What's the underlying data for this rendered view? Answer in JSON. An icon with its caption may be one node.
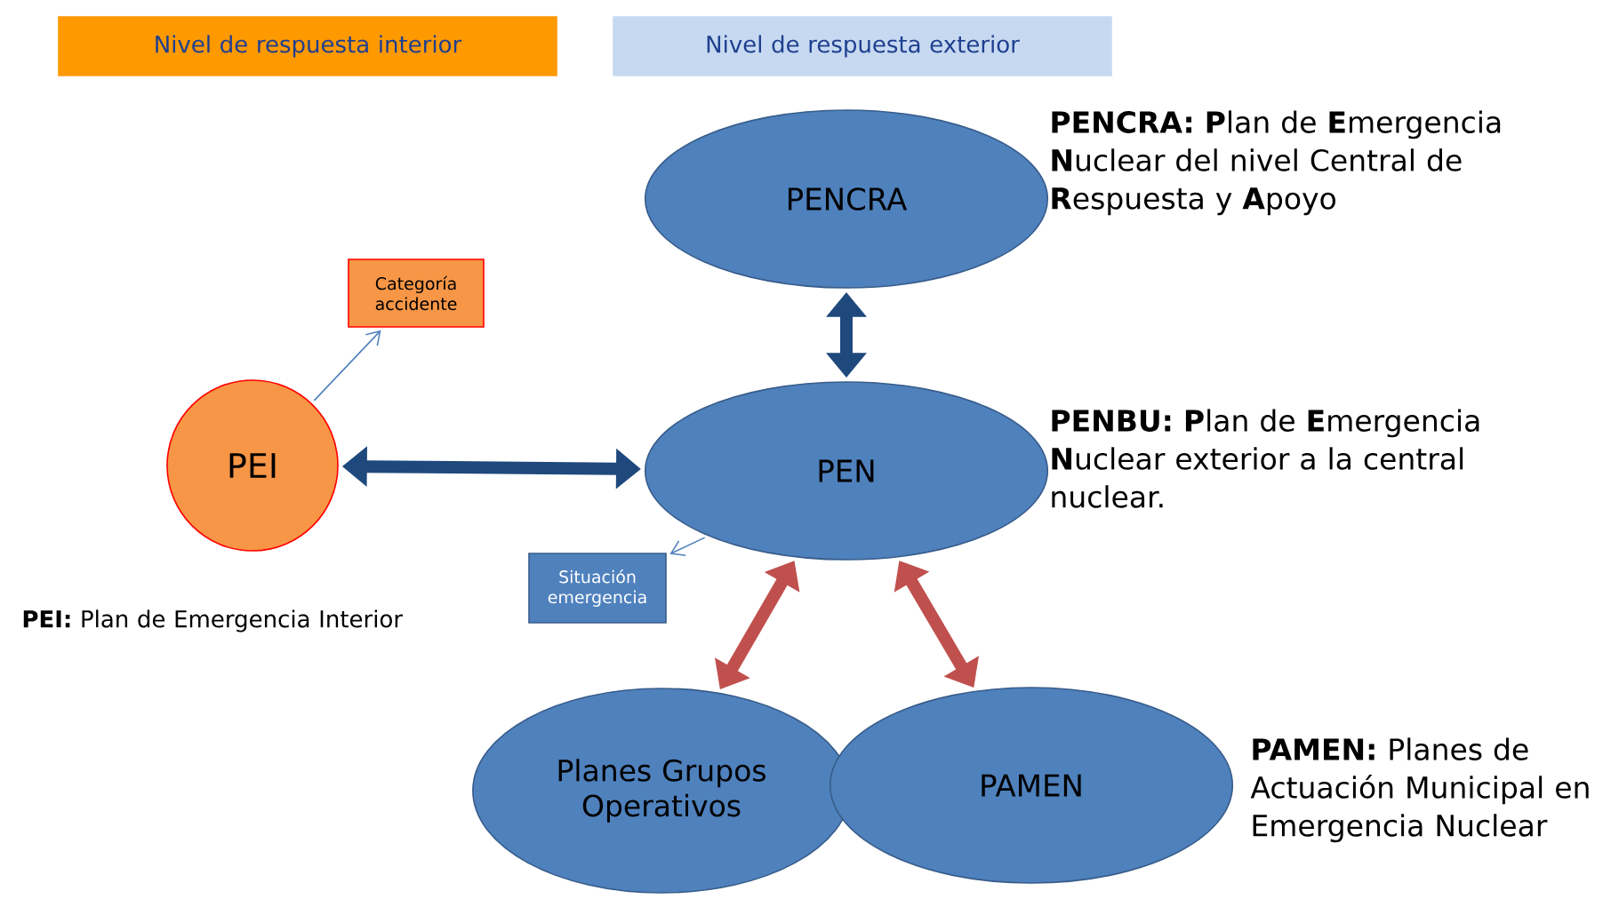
{
  "diagram": {
    "nodes": [
      {
        "text": [
          "Nivel de respuesta interior"
        ]
      },
      {
        "text": [
          "Nivel de respuesta exterior"
        ]
      },
      {
        "text": [
          "PENCRA"
        ],
        "beside": [
          "**PENCRA:** **P**lan de **E**mergencia **N**uclear del nivel Central de **R**espuesta y **A**poyo"
        ]
      },
      {
        "text": [
          "Categoría accidente"
        ]
      },
      {
        "text": [
          "PEI"
        ],
        "beside": [
          "**PEI:** Plan de Emergencia Interior"
        ]
      },
      {
        "text": [
          "PEN"
        ],
        "beside": [
          "**PENBU:** **P**lan de **E**mergencia **N**uclear exterior a la central nuclear."
        ]
      },
      {
        "text": [
          "Situación emergencia"
        ]
      },
      {
        "text": [
          "Planes Grupos Operativos"
        ]
      },
      {
        "text": [
          "PAMEN"
        ],
        "beside": [
          "**PAMEN:** Planes de Actuación Municipal en Emergencia Nuclear"
        ]
      }
    ],
    "edges": [
      {
        "from": 2,
        "to": 5,
        "arrow": "both",
        "color": "#1f497d"
      },
      {
        "from": 4,
        "to": 5,
        "arrow": "both",
        "color": "#1f497d"
      },
      {
        "from": 4,
        "to": 3,
        "arrow": "to",
        "color": "#4f81bd"
      },
      {
        "from": 5,
        "to": 6,
        "arrow": "to",
        "color": "#4f81bd"
      },
      {
        "from": 5,
        "to": 7,
        "arrow": "both",
        "color": "#c0504d"
      },
      {
        "from": 5,
        "to": 8,
        "arrow": "both",
        "color": "#c0504d"
      }
    ]
  }
}
